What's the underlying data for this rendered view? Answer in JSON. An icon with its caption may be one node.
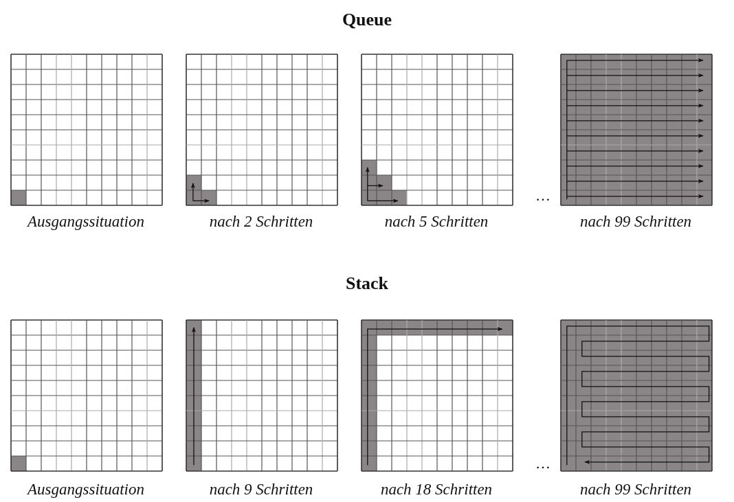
{
  "diagram": {
    "labels": [
      "Queue",
      "Ausgangssituation",
      "nach 2 Schritten",
      "nach 5 Schritten",
      "…",
      "nach 99 Schritten",
      "Stack",
      "Ausgangssituation",
      "nach 9 Schritten",
      "nach 18 Schritten",
      "…",
      "nach 99 Schritten"
    ]
  }
}
